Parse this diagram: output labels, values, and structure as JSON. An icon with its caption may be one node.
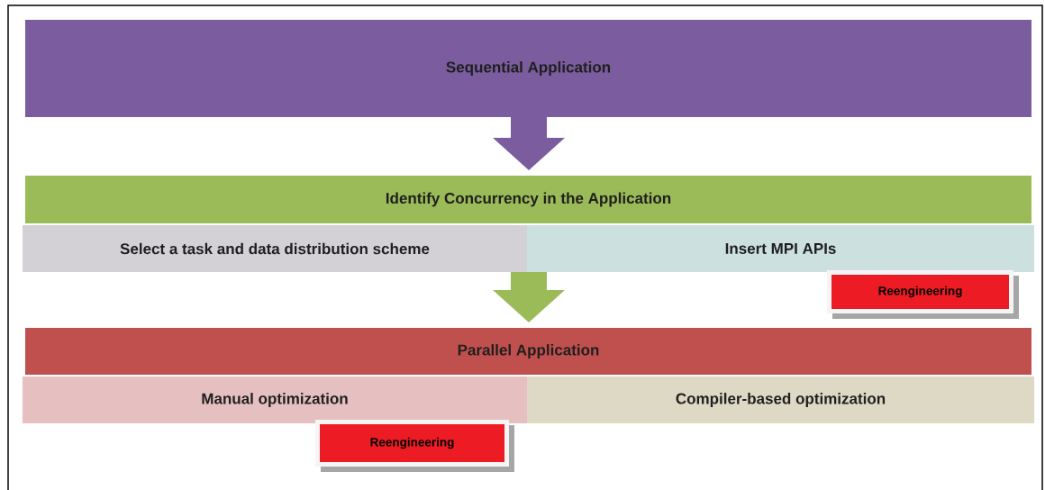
{
  "diagram": {
    "nodes": [
      {
        "text": [
          "Sequential Application"
        ]
      },
      {
        "text": [
          "Identify Concurrency in the Application"
        ]
      },
      {
        "text": [
          "Select a task and data distribution scheme"
        ]
      },
      {
        "text": [
          "Insert MPI APIs"
        ]
      },
      {
        "text": [
          "Reengineering"
        ]
      },
      {
        "text": [
          "Parallel Application"
        ]
      },
      {
        "text": [
          "Manual optimization"
        ]
      },
      {
        "text": [
          "Compiler-based optimization"
        ]
      },
      {
        "text": [
          "Reengineering"
        ]
      }
    ],
    "edges": [
      {
        "from": 0,
        "to": 1,
        "arrow": "to",
        "color": "#7b5c9f"
      },
      {
        "from": 2,
        "to": 5,
        "arrow": "to",
        "color": "#9bbb59"
      },
      {
        "from": 3,
        "to": 5,
        "arrow": "to",
        "color": "#9bbb59"
      }
    ]
  }
}
